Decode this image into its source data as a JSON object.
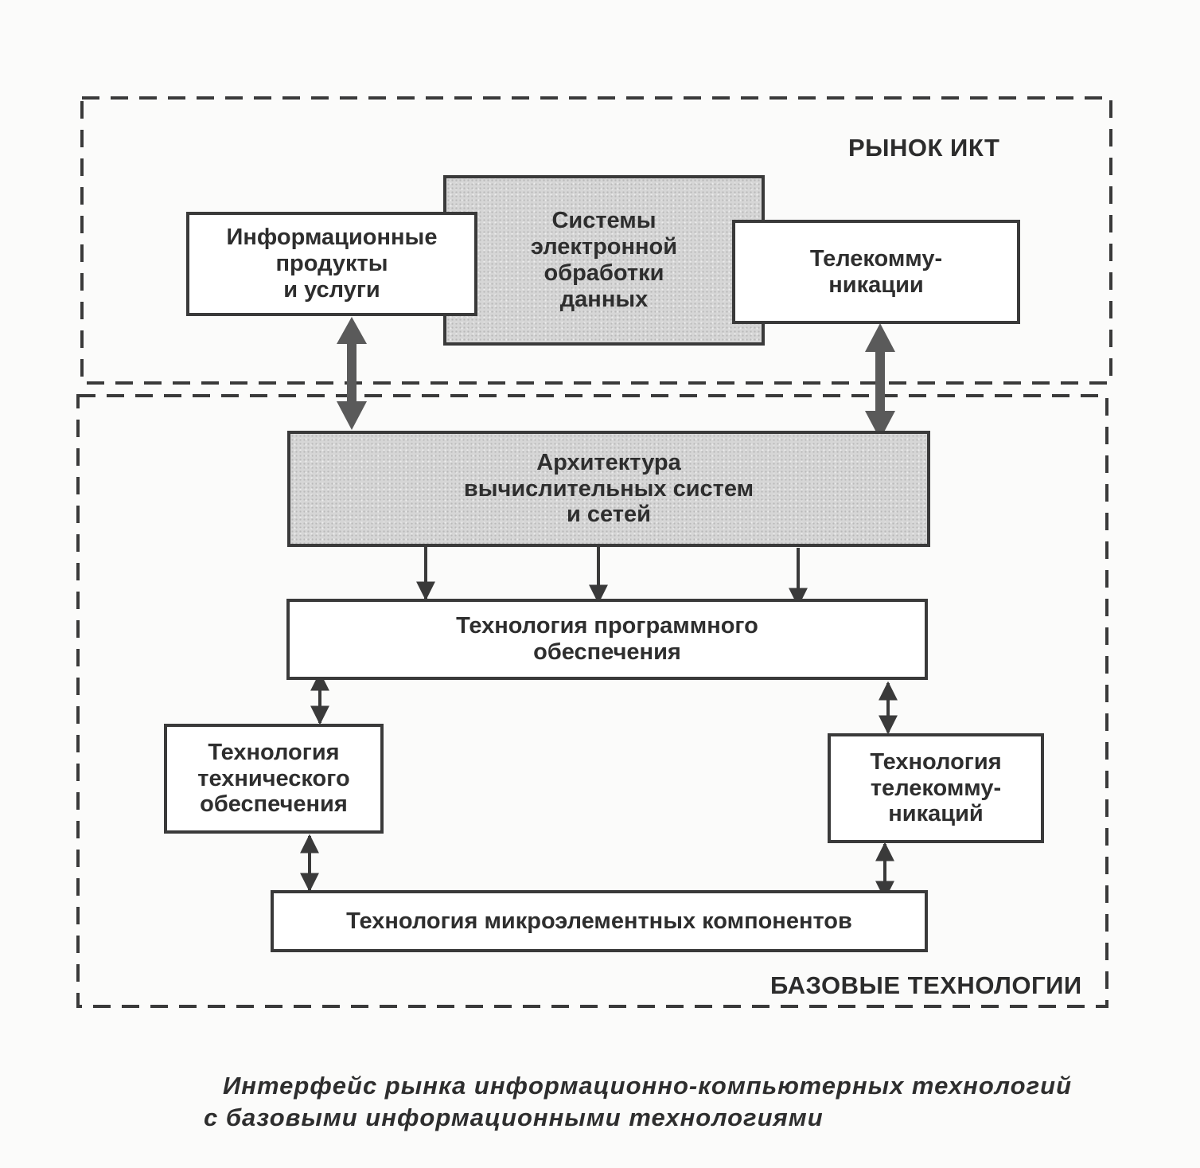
{
  "regions": {
    "market": {
      "label": "РЫНОК ИКТ"
    },
    "base": {
      "label": "БАЗОВЫЕ ТЕХНОЛОГИИ"
    }
  },
  "nodes": {
    "info_products": {
      "text": "Информационные\nпродукты\nи услуги"
    },
    "edp_systems": {
      "text": "Системы\nэлектронной\nобработки\nданных"
    },
    "telecom": {
      "text": "Телекомму-\nникации"
    },
    "architecture": {
      "text": "Архитектура\nвычислительных систем\nи сетей"
    },
    "software_tech": {
      "text": "Технология программного\nобеспечения"
    },
    "hardware_tech": {
      "text": "Технология\nтехнического\nобеспечения"
    },
    "telecom_tech": {
      "text": "Технология\nтелекомму-\nникаций"
    },
    "microelectronics_tech": {
      "text": "Технология микроэлементных компонентов"
    }
  },
  "caption": {
    "line1": "Интерфейс рынка информационно-компьютерных технологий",
    "line2": "с базовыми информационными технологиями"
  },
  "colors": {
    "ink": "#3a3a3a",
    "shaded_fill": "#d6d6d6",
    "box_fill": "#ffffff",
    "background": "#fbfbfa"
  }
}
